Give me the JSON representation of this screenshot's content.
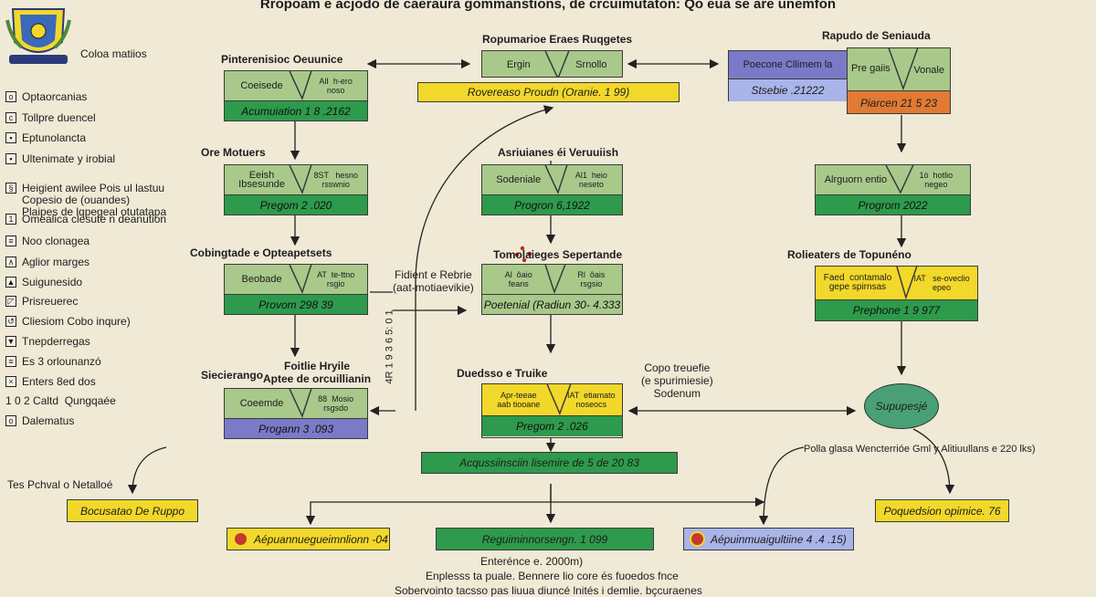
{
  "title": "Rropoam e acjodo de caeraura gommanstions, de crcuimutaton: Qo eua se are unemfon",
  "legend": {
    "heading": "Coloa matiios",
    "items": [
      {
        "icon": "o",
        "label": "Optaorcanias"
      },
      {
        "icon": "c",
        "label": "Tollpre duencel"
      },
      {
        "icon": "▪",
        "label": "Eptunolancta"
      },
      {
        "icon": "▪",
        "label": "Ultenimate y irobial"
      },
      {
        "icon": "§",
        "label": "Heigient awilee Pois ul lastuu\nCopesio de (ouandes)\nPlaipes de lqpegeal otutatapa"
      },
      {
        "icon": "1",
        "label": "Omealica clesute n deanution"
      },
      {
        "icon": "≡",
        "label": "Noo clonagea"
      },
      {
        "icon": "∧",
        "label": "Aglior marges"
      },
      {
        "icon": "▲",
        "label": "Suigunesido"
      },
      {
        "icon": "◸",
        "label": "Prisreuerec"
      },
      {
        "icon": "↺",
        "label": "Cliesiom Cobo inqure)"
      },
      {
        "icon": "▼",
        "label": "Tnepderregas"
      },
      {
        "icon": "≡",
        "label": "Es 3 orlounanzó"
      },
      {
        "icon": "×",
        "label": "Enters 8ed dos"
      },
      {
        "icon": "",
        "label": "1 0 2 Caltd  Qungqaée"
      },
      {
        "icon": "o",
        "label": "Dalematus"
      }
    ]
  },
  "headings": {
    "col1_top": "Pinterenisioc  Oeuunice",
    "col1_mid": "Ore Motuers",
    "col1_low": "Cobingtade e Opteapetsets",
    "col1_bottom_a": "Siecierango",
    "col1_bottom_b": "Foitlie Hryile\nAptee de orcuillianin",
    "col2_top": "Ropumarioe Eraes Ruqgetes",
    "col2_mid": "Asriuianes éi Veruuiish",
    "col2_low": "Tomolaieges Sepertande",
    "col2_bottom": "Duedsso e Truike",
    "col3_top": "Rapudo de Seniauda",
    "col3_low": "Rolieaters de Topunéno",
    "side_a": "Fidient e Rebrie\n(aat-motiaevikie)",
    "side_b": "Copo treuefie\n(e spurimiesie)\nSodenum",
    "vertical": "4R 1 9 3 6 5: 0 1",
    "bottom_left": "Tes Pchval o Netalloé",
    "bottom_right": "Polla glasa Wencterrióe   Gml y Alitiuullans e 220 lks)",
    "footer_1": "Enterénce  e.  2000m)",
    "footer_2": "Enplesss ta puale. Bennere  lio  core  és fuoedos fnce",
    "footer_3": "Sobervointo tacsso pas liuua diuncé lnités i demlie. bçcuraenes"
  },
  "nodes": {
    "n1": {
      "left": "Coeisede",
      "right": "AlI  h-ero\nnoso",
      "bottom": "Acumuiation 1 8 .2162"
    },
    "n2": {
      "left": "Eeish\nIbsesunde",
      "right": "8ST   hesno\nrsswnio",
      "bottom": "Pregom 2 .020"
    },
    "n3": {
      "left": "Beobade",
      "right": "AT  te-ttno\nrsgio",
      "bottom": "Provom 298 39"
    },
    "n4": {
      "left": "Coeemde",
      "right": "88  Mosio\nrsgsdo",
      "bottom": "Progann 3 .093"
    },
    "n5": {
      "left": "Ergin",
      "right": "Srnollo",
      "bottom": ""
    },
    "n6": {
      "left": "Sodeniale",
      "right": "Al1  heio\nneseto",
      "bottom": "Progron 6,1922"
    },
    "n7": {
      "left": "Al  ôaio\nfeans",
      "right": "Rl  ôais\nrsgsio",
      "bottom": "Poetenial (Radiun 30- 4.333"
    },
    "n8": {
      "left": "Apr-teeae\naab tiooane",
      "right": "IAT  etiamato\nnoseocs",
      "bottom": "Pregom 2 .026"
    },
    "n9": {
      "left": "Poecone  Cllimem la",
      "right": "Pre gaiis",
      "right2": "Vonale",
      "bottom": "Stsebie .21222",
      "bottom2": "Piarcen 21 5 23"
    },
    "n10": {
      "left": "Alrguorn entio",
      "right": "1ò  hotlio\nnegeo",
      "bottom": "Progrom 2022"
    },
    "n11": {
      "left": "Faed  contamalo\ngepe spirnsas",
      "right": "IAT   se-oveclio\nepeo",
      "bottom": "Prephone  1 9 977"
    }
  },
  "bars": {
    "mid_top": "Rovereaso Proudn (Oranie. 1 99)",
    "mid_bottom": "Acqussiinsciin lisemire de 5 de 20 83",
    "b_left": "Bocusatao De Ruppo",
    "b_a": "Aépuannuegueimnlionn -04",
    "b_b": "Reguiminnorsengn. 1 099",
    "b_c": "Aépuinmuaigultiine 4 .4 .15)",
    "b_right": "Poquedsion opimice. 76"
  },
  "ellipse": "Supupesjé",
  "colors": {
    "background": "#efe9d6",
    "node_top": "#a9c98b",
    "green": "#2e9a4c",
    "yellow": "#f2d82a",
    "blue": "#7a7ac8",
    "orange": "#e07a35",
    "teal": "#4aa076"
  }
}
